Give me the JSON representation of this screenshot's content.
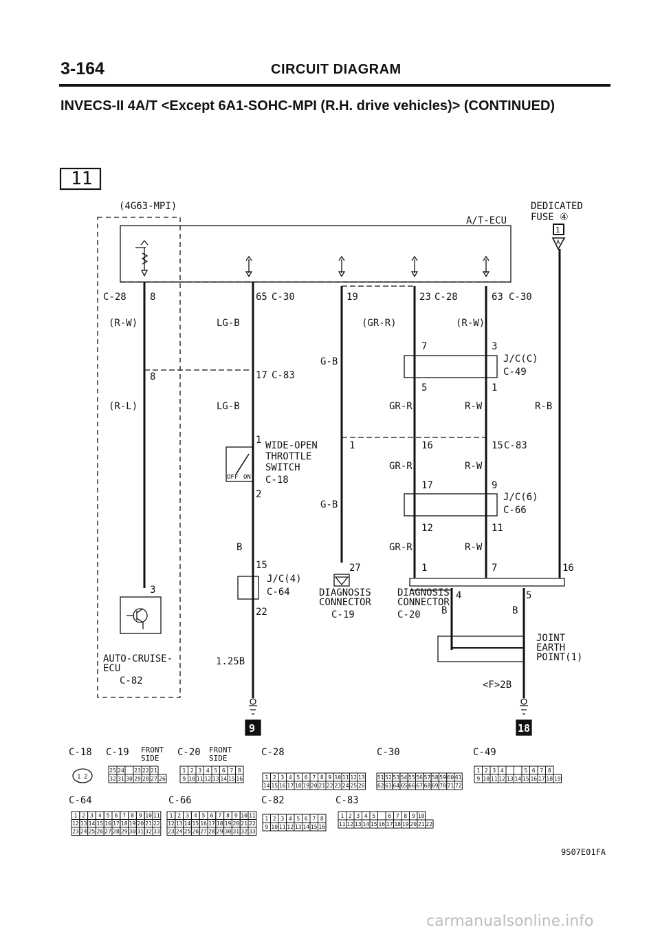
{
  "header": {
    "page_number": "3-164",
    "title": "CIRCUIT DIAGRAM",
    "subtitle": "INVECS-II 4A/T <Except 6A1-SOHC-MPI (R.H. drive vehicles)> (CONTINUED)"
  },
  "page_marker": "11",
  "top": {
    "engine_variant": "(4G63-MPI)",
    "ecu_label": "A/T-ECU",
    "fuse_label_1": "DEDICATED",
    "fuse_label_2": "FUSE ④",
    "fuse_box": "1",
    "fuse_tri": "A"
  },
  "terminals": {
    "t8": "8",
    "c28a": "C-28",
    "t65": "65",
    "c30a": "C-30",
    "t19": "19",
    "t23": "23",
    "c28b": "C-28",
    "t63": "63",
    "c30b": "C-30"
  },
  "wires": {
    "rw1": "(R-W)",
    "lgb1": "LG-B",
    "grr1": "(GR-R)",
    "rw2": "(R-W)",
    "rl": "(R-L)",
    "lgb2": "LG-B",
    "gb1": "G-B",
    "grr2": "GR-R",
    "rw3": "R-W",
    "rb": "R-B",
    "grr3": "GR-R",
    "rw4": "R-W",
    "gb2": "G-B",
    "b1": "B",
    "grr4": "GR-R",
    "rw5": "R-W",
    "b125": "1.25B",
    "b2": "B",
    "b3": "B",
    "f2b": "<F>2B"
  },
  "pins": {
    "p8b": "8",
    "p17": "17",
    "c83a": "C-83",
    "jc_p7": "7",
    "jc_p3": "3",
    "jc_p5": "5",
    "jc_p1": "1",
    "wot_p1": "1",
    "p1b": "1",
    "p16": "16",
    "p15": "15",
    "c83b": "C-83",
    "jc6_p17": "17",
    "jc6_p9": "9",
    "jc6_p12": "12",
    "jc6_p11": "11",
    "wot_p2": "2",
    "j4_p15": "15",
    "j4_p22": "22",
    "p27": "27",
    "d20_p1": "1",
    "d20_p7": "7",
    "p16b": "16",
    "p4": "4",
    "p5": "5",
    "p3": "3"
  },
  "components": {
    "jcc_name": "J/C(C)",
    "jcc_code": "C-49",
    "wot_1": "WIDE-OPEN",
    "wot_2": "THROTTLE",
    "wot_3": "SWITCH",
    "wot_code": "C-18",
    "wot_off": "OFF",
    "wot_on": "ON",
    "jc6_name": "J/C(6)",
    "jc6_code": "C-66",
    "jc4_name": "J/C(4)",
    "jc4_code": "C-64",
    "diag1_1": "DIAGNOSIS",
    "diag1_2": "CONNECTOR",
    "diag1_code": "C-19",
    "diag2_1": "DIAGNOSIS",
    "diag2_2": "CONNECTOR",
    "diag2_code": "C-20",
    "joint_1": "JOINT",
    "joint_2": "EARTH",
    "joint_3": "POINT(1)",
    "acc_1": "AUTO-CRUISE-",
    "acc_2": "ECU",
    "acc_code": "C-82"
  },
  "page_refs": {
    "left": "9",
    "right": "18"
  },
  "connectors": {
    "c18": "C-18",
    "c19": "C-19",
    "front1_a": "FRONT",
    "front1_b": "SIDE",
    "c20": "C-20",
    "front2_a": "FRONT",
    "front2_b": "SIDE",
    "c28": "C-28",
    "c30": "C-30",
    "c49": "C-49",
    "c64": "C-64",
    "c66": "C-66",
    "c82": "C-82",
    "c83": "C-83",
    "c18_pins": [
      "1",
      "2"
    ],
    "c19_row1": [
      "25",
      "24",
      "",
      "23",
      "22",
      "21"
    ],
    "c19_row2": [
      "32",
      "31",
      "30",
      "29",
      "28",
      "27",
      "26"
    ],
    "c20_row1": [
      "1",
      "2",
      "3",
      "4",
      "5",
      "6",
      "7",
      "8"
    ],
    "c20_row2": [
      "9",
      "10",
      "11",
      "12",
      "13",
      "14",
      "15",
      "16"
    ],
    "c28_row1": [
      "1",
      "2",
      "3",
      "4",
      "5",
      "6",
      "7",
      "8",
      "9",
      "10",
      "11",
      "12",
      "13"
    ],
    "c28_row2": [
      "14",
      "15",
      "16",
      "17",
      "18",
      "19",
      "20",
      "21",
      "22",
      "23",
      "24",
      "25",
      "26"
    ],
    "c30_row1": [
      "51",
      "52",
      "53",
      "54",
      "55",
      "56",
      "57",
      "58",
      "59",
      "60",
      "61"
    ],
    "c30_row2": [
      "62",
      "63",
      "64",
      "65",
      "66",
      "67",
      "68",
      "69",
      "70",
      "71",
      "72"
    ],
    "c49_row1": [
      "1",
      "2",
      "3",
      "4",
      "",
      "",
      "5",
      "6",
      "7",
      "8"
    ],
    "c49_row2": [
      "9",
      "10",
      "11",
      "12",
      "13",
      "14",
      "15",
      "16",
      "17",
      "18",
      "19"
    ],
    "c64_row1": [
      "1",
      "2",
      "3",
      "4",
      "5",
      "6",
      "7",
      "8",
      "9",
      "10",
      "11"
    ],
    "c64_row2": [
      "12",
      "13",
      "14",
      "15",
      "16",
      "17",
      "18",
      "19",
      "20",
      "21",
      "22"
    ],
    "c64_row3": [
      "23",
      "24",
      "25",
      "26",
      "27",
      "28",
      "29",
      "30",
      "31",
      "32",
      "33"
    ],
    "c66_row1": [
      "1",
      "2",
      "3",
      "4",
      "5",
      "6",
      "7",
      "8",
      "9",
      "10",
      "11"
    ],
    "c66_row2": [
      "12",
      "13",
      "14",
      "15",
      "16",
      "17",
      "18",
      "19",
      "20",
      "21",
      "22"
    ],
    "c66_row3": [
      "23",
      "24",
      "25",
      "26",
      "27",
      "28",
      "29",
      "30",
      "31",
      "32",
      "33"
    ],
    "c82_row1": [
      "1",
      "2",
      "3",
      "4",
      "5",
      "6",
      "7",
      "8"
    ],
    "c82_row2": [
      "9",
      "10",
      "11",
      "12",
      "13",
      "14",
      "15",
      "16"
    ],
    "c83_row1": [
      "1",
      "2",
      "3",
      "4",
      "5",
      "",
      "6",
      "7",
      "8",
      "9",
      "10"
    ],
    "c83_row2": [
      "11",
      "12",
      "13",
      "14",
      "15",
      "16",
      "17",
      "18",
      "19",
      "20",
      "21",
      "22"
    ]
  },
  "footer": {
    "figure_code": "9S07E01FA",
    "watermark": "carmanualsonline.info"
  }
}
